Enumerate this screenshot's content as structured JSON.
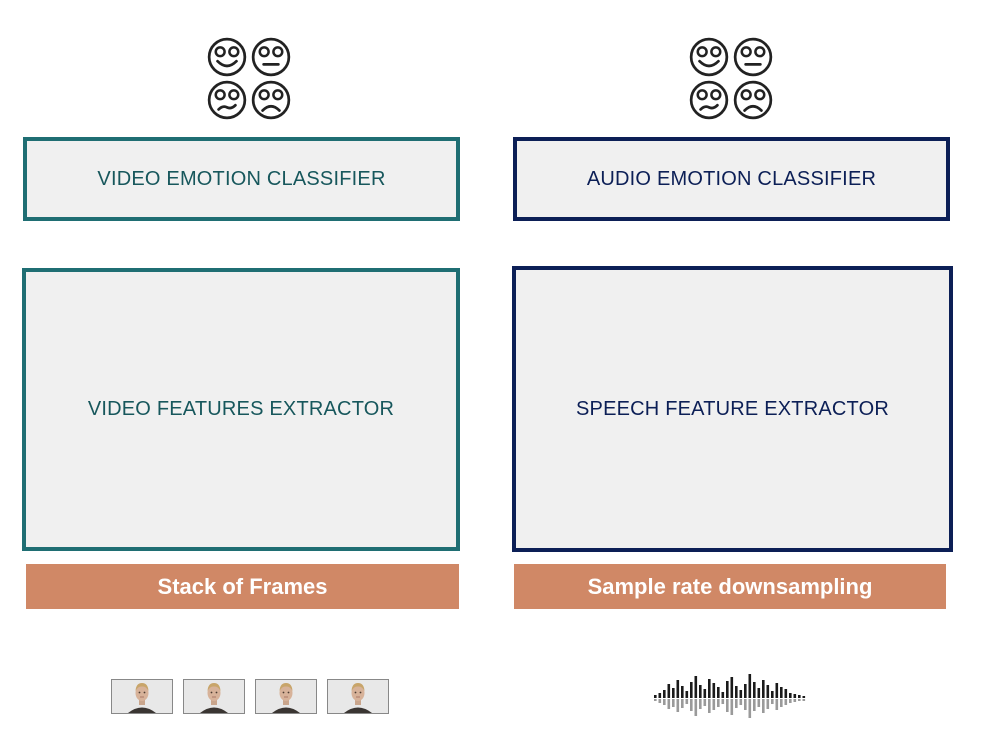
{
  "video": {
    "classifier_label": "VIDEO EMOTION CLASSIFIER",
    "extractor_label": "VIDEO FEATURES EXTRACTOR",
    "input_label": "Stack of Frames",
    "frame_count": 4
  },
  "audio": {
    "classifier_label": "AUDIO EMOTION CLASSIFIER",
    "extractor_label": "SPEECH FEATURE EXTRACTOR",
    "input_label": "Sample rate downsampling"
  },
  "emotion_icons": [
    "happy-face-icon",
    "neutral-face-icon",
    "worried-face-icon",
    "sad-face-icon"
  ],
  "icons": {
    "waveform": "audio-waveform-icon",
    "frame": "face-frame-thumbnail"
  },
  "colors": {
    "video_border": "#1f6e73",
    "audio_border": "#0c1f56",
    "box_fill": "#f0f0f0",
    "bar_fill": "#d08866"
  }
}
